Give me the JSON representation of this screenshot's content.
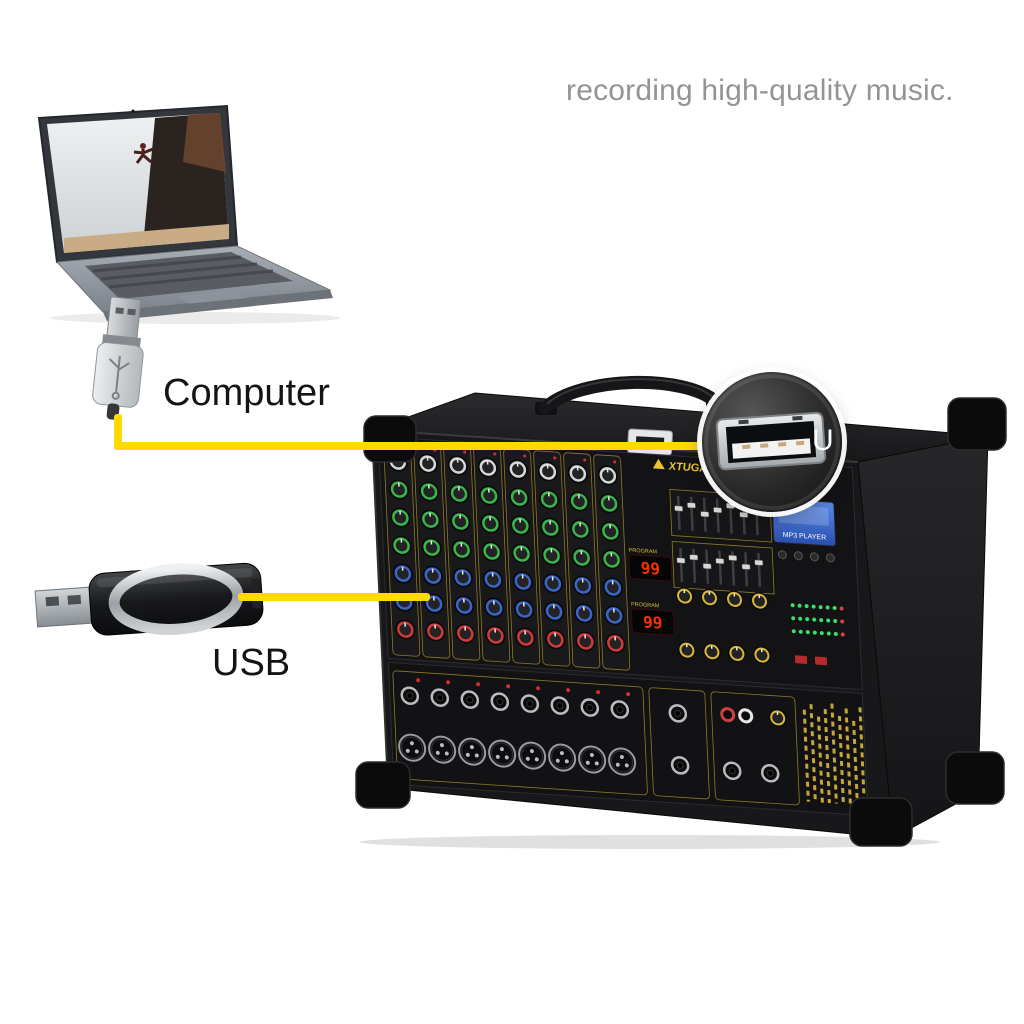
{
  "caption": {
    "text": "recording high-quality music."
  },
  "connections": {
    "computer_label": "Computer",
    "usb_label": "USB",
    "zoom_letter": "U"
  },
  "mixer": {
    "brand": "XTUGA",
    "screen_label": "MP3 PLAYER",
    "program_label": "PROGRAM",
    "display_top": "99",
    "display_bottom": "99"
  },
  "colors": {
    "cable_yellow": "#ffd900",
    "panel_accent_yellow": "#c9a82e",
    "led_red": "#ff3000",
    "screen_blue": "#3f6fd0",
    "knob_green": "#39b54a",
    "knob_blue": "#3a66c9",
    "knob_red": "#cf3a3a"
  }
}
